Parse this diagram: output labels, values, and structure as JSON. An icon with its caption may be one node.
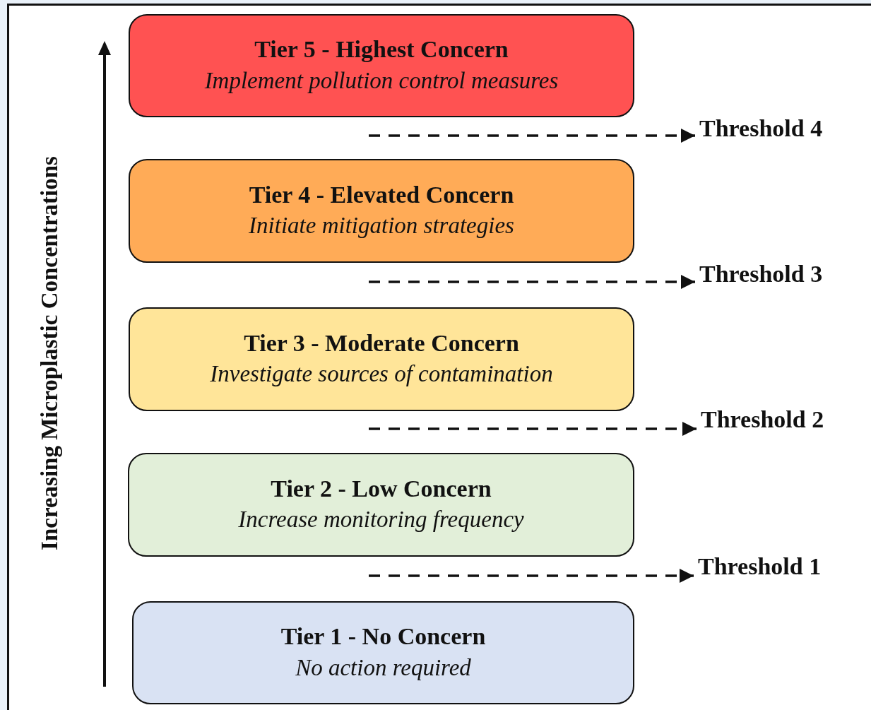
{
  "diagram": {
    "nodes": [
      {
        "text": [
          "Tier 5 - Highest Concern",
          "Implement pollution control measures"
        ]
      },
      {
        "text": [
          "Tier 4 - Elevated Concern",
          "Initiate mitigation strategies"
        ]
      },
      {
        "text": [
          "Tier 3 - Moderate Concern",
          "Investigate sources of contamination"
        ]
      },
      {
        "text": [
          "Tier 2 - Low Concern",
          "Increase monitoring frequency"
        ]
      },
      {
        "text": [
          "Tier 1 - No Concern",
          "No action required"
        ]
      },
      {
        "text": [
          "Threshold 4"
        ]
      },
      {
        "text": [
          "Threshold 3"
        ]
      },
      {
        "text": [
          "Threshold 2"
        ]
      },
      {
        "text": [
          "Threshold 1"
        ]
      }
    ],
    "edges": [
      {
        "from": null,
        "to": 5,
        "arrow": "to",
        "style": "dashed"
      },
      {
        "from": null,
        "to": 6,
        "arrow": "to",
        "style": "dashed"
      },
      {
        "from": null,
        "to": 7,
        "arrow": "to",
        "style": "dashed"
      },
      {
        "from": null,
        "to": 8,
        "arrow": "to",
        "style": "dashed"
      }
    ],
    "labels": [
      "Increasing Microplastic Concentrations"
    ]
  }
}
